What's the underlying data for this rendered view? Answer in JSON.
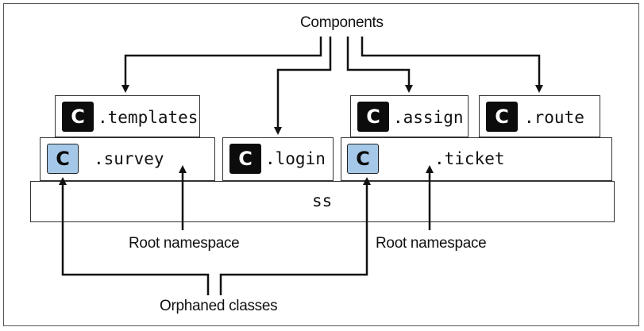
{
  "labels": {
    "components": "Components",
    "root_namespace_left": "Root namespace",
    "root_namespace_right": "Root namespace",
    "orphaned_classes": "Orphaned classes"
  },
  "badge_letter": "C",
  "modules": {
    "templates": ".templates",
    "survey": ".survey",
    "login": ".login",
    "assign": ".assign",
    "route": ".route",
    "ticket": ".ticket",
    "ss": "ss"
  },
  "colors": {
    "component_badge": "#0c0c0c",
    "class_badge": "#a5c8e8",
    "lines": "#111111"
  }
}
